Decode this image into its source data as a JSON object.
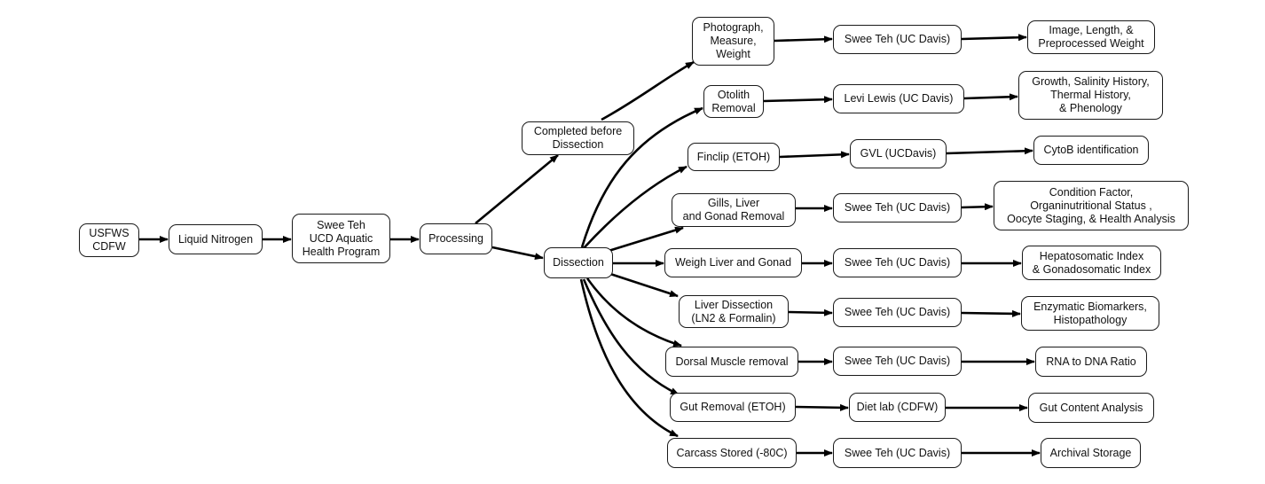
{
  "nodes": {
    "usfws": "USFWS\nCDFW",
    "liquid_nitrogen": "Liquid Nitrogen",
    "swee_teh_ucd": "Swee Teh\nUCD Aquatic\nHealth Program",
    "processing": "Processing",
    "completed_before": "Completed before\nDissection",
    "dissection": "Dissection",
    "photograph": "Photograph,\nMeasure,\nWeight",
    "otolith": "Otolith\nRemoval",
    "finclip": "Finclip (ETOH)",
    "gills": "Gills, Liver\nand Gonad Removal",
    "weigh_liver": "Weigh Liver and Gonad",
    "liver_dissection": "Liver Dissection\n(LN2 & Formalin)",
    "dorsal_muscle": "Dorsal Muscle removal",
    "gut_removal": "Gut Removal (ETOH)",
    "carcass": "Carcass Stored (-80C)",
    "lab_photo": "Swee Teh (UC Davis)",
    "lab_otolith": "Levi Lewis (UC Davis)",
    "lab_finclip": "GVL (UCDavis)",
    "lab_gills": "Swee Teh (UC Davis)",
    "lab_weigh": "Swee Teh (UC Davis)",
    "lab_liver": "Swee Teh (UC Davis)",
    "lab_dorsal": "Swee Teh (UC Davis)",
    "lab_gut": "Diet lab (CDFW)",
    "lab_carcass": "Swee Teh (UC Davis)",
    "out_photo": "Image,  Length, &\nPreprocessed Weight",
    "out_otolith": "Growth, Salinity History,\nThermal History,\n& Phenology",
    "out_finclip": "CytoB identification",
    "out_gills": "Condition Factor,\nOrganinutritional Status ,\nOocyte Staging, & Health Analysis",
    "out_weigh": "Hepatosomatic Index\n& Gonadosomatic Index",
    "out_liver": "Enzymatic Biomarkers,\nHistopathology",
    "out_dorsal": "RNA to DNA Ratio",
    "out_gut": "Gut Content Analysis",
    "out_carcass": "Archival Storage"
  }
}
